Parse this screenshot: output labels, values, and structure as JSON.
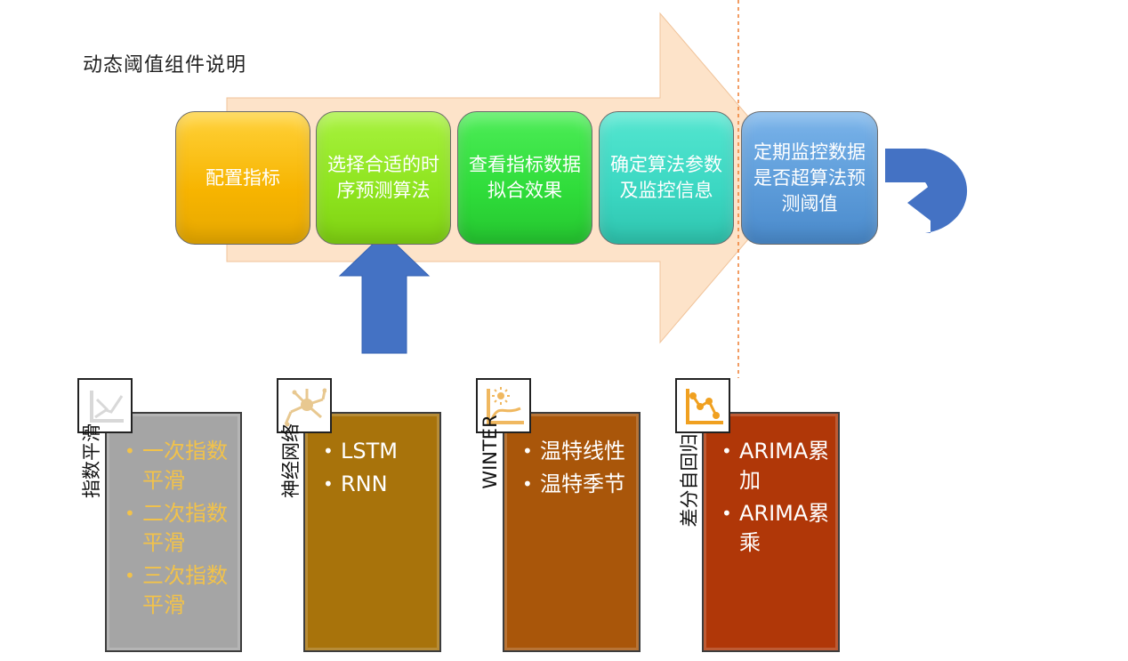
{
  "title": "动态阈值组件说明",
  "steps": [
    {
      "label": "配置指标"
    },
    {
      "label": "选择合适的时序预测算法"
    },
    {
      "label": "查看指标数据拟合效果"
    },
    {
      "label": "确定算法参数及监控信息"
    },
    {
      "label": "定期监控数据是否超算法预测阈值"
    }
  ],
  "panels": [
    {
      "label": "指数平滑",
      "icon": "chart-decline-icon",
      "items": [
        "一次指数平滑",
        "二次指数平滑",
        "三次指数平滑"
      ]
    },
    {
      "label": "神经网络",
      "icon": "neuron-icon",
      "items": [
        "LSTM",
        "RNN"
      ]
    },
    {
      "label": "WINTER",
      "icon": "sun-curve-chart-icon",
      "items": [
        "温特线性",
        "温特季节"
      ]
    },
    {
      "label": "差分自回归",
      "icon": "line-chart-icon",
      "items": [
        "ARIMA累加",
        "ARIMA累乘"
      ]
    }
  ],
  "colors": {
    "big_arrow": "#fde3c9",
    "up_arrow": "#4472c4",
    "return_arrow": "#4472c4",
    "dashed_line": "#ed7d31",
    "step1": "#f7b400",
    "step2": "#8ee41e",
    "step3": "#2fdc3a",
    "step4": "#3bd7c2",
    "step5": "#5b9ad8",
    "panel1": "#a5a5a5",
    "panel2": "#a8730b",
    "panel3": "#a9560a",
    "panel4": "#b03708",
    "panel1_text": "#f2c24a"
  }
}
